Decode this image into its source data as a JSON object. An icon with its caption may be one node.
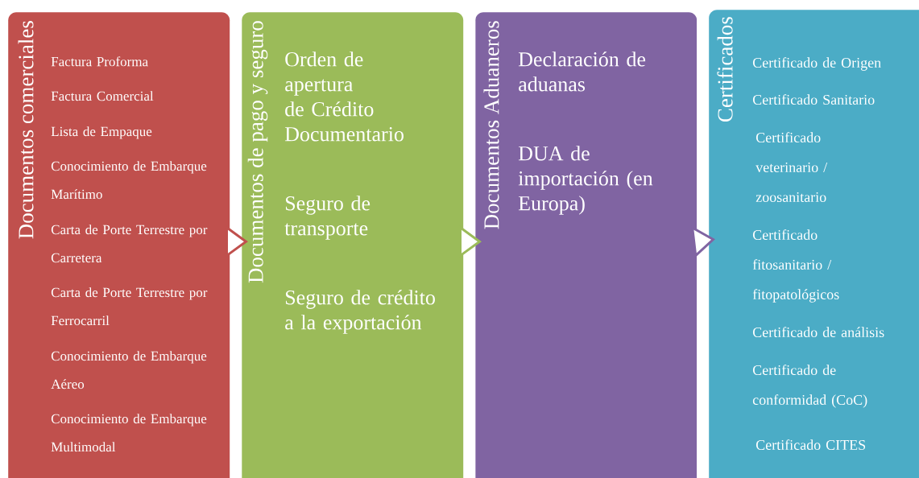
{
  "diagram": {
    "nodes": [
      {
        "text": [
          "Documentos comerciales",
          "Factura Proforma",
          "Factura Comercial",
          "Lista de Empaque",
          "Conocimiento de Embarque Marítimo",
          "Carta de Porte Terrestre por Carretera",
          "Carta de Porte Terrestre por Ferrocarril",
          "Conocimiento de Embarque Aéreo",
          "Conocimiento de Embarque Multimodal"
        ]
      },
      {
        "text": [
          "Documentos de pago y seguro",
          "Orden de apertura de Crédito Documentario",
          "Seguro de transporte",
          "Seguro de crédito a la exportación"
        ]
      },
      {
        "text": [
          "Documentos Aduaneros",
          "Declaración de aduanas",
          "DUA de importación (en Europa)"
        ]
      },
      {
        "text": [
          "Certificados",
          "Certificado de Origen",
          "Certificado Sanitario",
          "Certificado veterinario / zoosanitario",
          "Certificado fitosanitario / fitopatológicos",
          "Certificado de análisis",
          "Certificado de conformidad (CoC)",
          "Certificado CITES"
        ]
      }
    ],
    "edges": [
      {
        "from": 0,
        "to": 1,
        "arrow": "to",
        "color": "#c0504d"
      },
      {
        "from": 1,
        "to": 2,
        "arrow": "to",
        "color": "#9bbb59"
      },
      {
        "from": 2,
        "to": 3,
        "arrow": "to",
        "color": "#8064a2"
      }
    ]
  }
}
